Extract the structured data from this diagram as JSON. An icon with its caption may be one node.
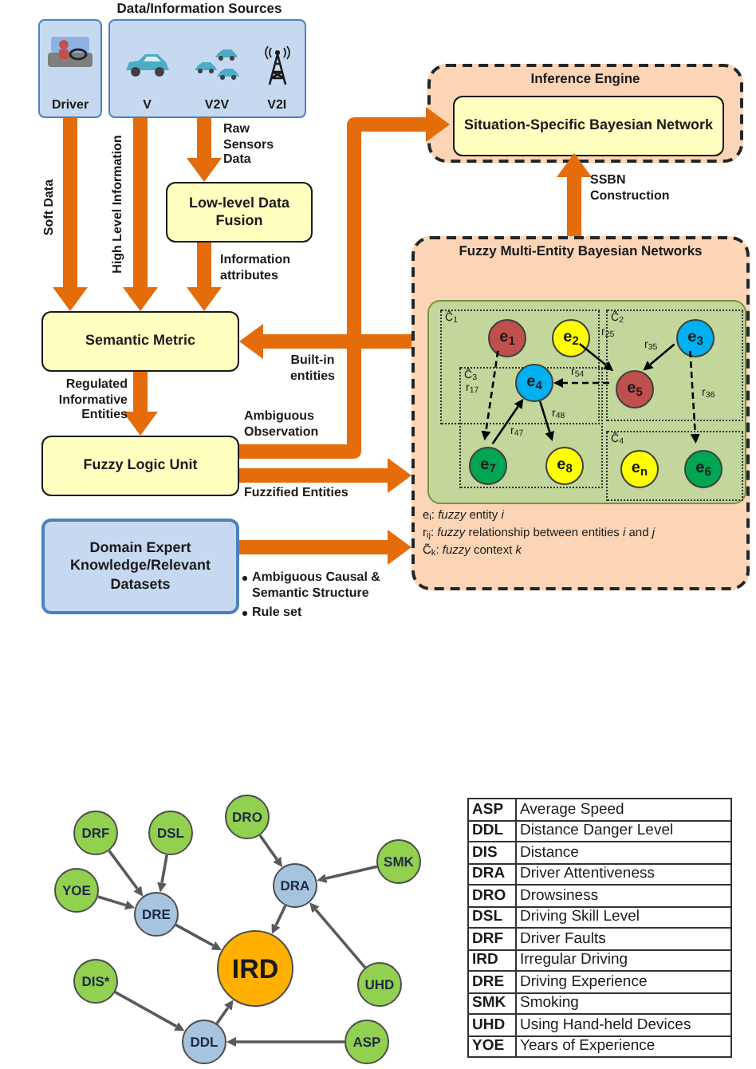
{
  "diagram": {
    "nodes": [
      {
        "text": [
          "Driver"
        ]
      },
      {
        "text": [
          "V",
          "V2V",
          "V2I"
        ]
      },
      {
        "text": [
          "Low-level Data Fusion"
        ]
      },
      {
        "text": [
          "Semantic Metric"
        ]
      },
      {
        "text": [
          "Fuzzy Logic Unit"
        ]
      },
      {
        "text": [
          "Domain Expert Knowledge/Relevant Datasets"
        ]
      },
      {
        "text": [
          "Inference Engine"
        ]
      },
      {
        "text": [
          "Situation-Specific Bayesian Network"
        ],
        "in": 6
      },
      {
        "text": [
          "Fuzzy Multi-Entity Bayesian Networks"
        ]
      },
      {
        "text": [],
        "shape": "box",
        "in": 8
      },
      {
        "text": [
          "C̃$_{1}$"
        ],
        "in": 9
      },
      {
        "text": [
          "C̃$_{2}$"
        ],
        "in": 9
      },
      {
        "text": [
          "C̃$_{3}$"
        ],
        "in": 9
      },
      {
        "text": [
          "C̃$_{4}$"
        ],
        "in": 9
      },
      {
        "text": [
          "e$_{1}$"
        ],
        "in": 10
      },
      {
        "text": [
          "e$_{2}$"
        ],
        "in": 10
      },
      {
        "text": [
          "e$_{3}$"
        ],
        "in": 11
      },
      {
        "text": [
          "e$_{4}$"
        ]
      },
      {
        "text": [
          "e$_{5}$"
        ],
        "in": 11
      },
      {
        "text": [
          "e$_{7}$"
        ],
        "in": 12
      },
      {
        "text": [
          "e$_{8}$"
        ],
        "in": 12
      },
      {
        "text": [
          "e$_{n}$"
        ],
        "in": 13
      },
      {
        "text": [
          "e$_{6}$"
        ],
        "in": 13
      },
      {
        "text": [
          "DRF"
        ]
      },
      {
        "text": [
          "DSL"
        ]
      },
      {
        "text": [
          "DRO"
        ]
      },
      {
        "text": [
          "SMK"
        ]
      },
      {
        "text": [
          "YOE"
        ]
      },
      {
        "text": [
          "DRA"
        ]
      },
      {
        "text": [
          "DRE"
        ]
      },
      {
        "text": [
          "IRD"
        ]
      },
      {
        "text": [
          "UHD"
        ]
      },
      {
        "text": [
          "DIS*"
        ]
      },
      {
        "text": [
          "DDL"
        ]
      },
      {
        "text": [
          "ASP"
        ]
      }
    ],
    "edges": [
      {
        "from": 0,
        "to": 3,
        "arrow": "to",
        "label": "Soft Data",
        "style": "thick",
        "color": "#e46c0a"
      },
      {
        "from": 1,
        "to": 3,
        "arrow": "to",
        "label": "High Level Information",
        "style": "thick",
        "color": "#e46c0a"
      },
      {
        "from": 1,
        "to": 2,
        "arrow": "to",
        "label": "Raw Sensors Data",
        "style": "thick",
        "color": "#e46c0a"
      },
      {
        "from": 2,
        "to": 3,
        "arrow": "to",
        "label": "Information attributes",
        "style": "thick",
        "color": "#e46c0a"
      },
      {
        "from": 3,
        "to": 4,
        "arrow": "to",
        "label": "Regulated Informative Entities",
        "style": "thick",
        "color": "#e46c0a"
      },
      {
        "from": 8,
        "to": 3,
        "arrow": "to",
        "label": "Built-in entities",
        "style": "thick",
        "color": "#e46c0a"
      },
      {
        "from": 4,
        "to": 7,
        "arrow": "to",
        "label": "Ambiguous Observation",
        "style": "thick",
        "color": "#e46c0a"
      },
      {
        "from": 4,
        "to": 8,
        "arrow": "to",
        "label": "Fuzzified Entities",
        "style": "thick",
        "color": "#e46c0a"
      },
      {
        "from": 5,
        "to": 8,
        "arrow": "to",
        "style": "thick",
        "color": "#e46c0a"
      },
      {
        "from": 8,
        "to": 7,
        "arrow": "to",
        "label": "SSBN Construction",
        "style": "thick",
        "color": "#e46c0a"
      },
      {
        "from": 14,
        "to": 19,
        "arrow": "to",
        "label": "r$_{17}$",
        "style": "dashed",
        "color": "#000000"
      },
      {
        "from": 15,
        "to": 18,
        "arrow": "to",
        "label": "r$_{25}$",
        "color": "#000000"
      },
      {
        "from": 16,
        "to": 18,
        "arrow": "to",
        "label": "r$_{35}$",
        "color": "#000000"
      },
      {
        "from": 18,
        "to": 17,
        "arrow": "to",
        "label": "r$_{54}$",
        "style": "dashed",
        "color": "#000000"
      },
      {
        "from": 16,
        "to": 22,
        "arrow": "to",
        "label": "r$_{36}$",
        "style": "dashed",
        "color": "#000000"
      },
      {
        "from": 19,
        "to": 17,
        "arrow": "to",
        "label": "r$_{47}$",
        "color": "#000000"
      },
      {
        "from": 17,
        "to": 20,
        "arrow": "to",
        "label": "r$_{48}$",
        "color": "#000000"
      },
      {
        "from": 23,
        "to": 29,
        "arrow": "to"
      },
      {
        "from": 24,
        "to": 29,
        "arrow": "to"
      },
      {
        "from": 27,
        "to": 29,
        "arrow": "to"
      },
      {
        "from": 29,
        "to": 30,
        "arrow": "to"
      },
      {
        "from": 25,
        "to": 28,
        "arrow": "to"
      },
      {
        "from": 26,
        "to": 28,
        "arrow": "to"
      },
      {
        "from": 31,
        "to": 28,
        "arrow": "to"
      },
      {
        "from": 28,
        "to": 30,
        "arrow": "to"
      },
      {
        "from": 32,
        "to": 33,
        "arrow": "to"
      },
      {
        "from": 34,
        "to": 33,
        "arrow": "to"
      },
      {
        "from": 33,
        "to": 30,
        "arrow": "to"
      }
    ],
    "labels": [
      "Data/Information Sources",
      "e$_{i}$: *fuzzy* entity *i*",
      "r$_{ij}$: *fuzzy* relationship between entities *i* and *j*",
      "C̃$_{k}$: *fuzzy* context *k*",
      "Ambiguous Causal & Semantic Structure",
      "Rule set",
      "ASP",
      "Average Speed",
      "DDL",
      "Distance Danger Level",
      "DIS",
      "Distance",
      "DRA",
      "Driver Attentiveness",
      "DRO",
      "Drowsiness",
      "DSL",
      "Driving Skill Level",
      "DRF",
      "Driver Faults",
      "IRD",
      "Irregular Driving",
      "DRE",
      "Driving Experience",
      "SMK",
      "Smoking",
      "UHD",
      "Using Hand-held Devices",
      "YOE",
      "Years of Experience"
    ]
  }
}
